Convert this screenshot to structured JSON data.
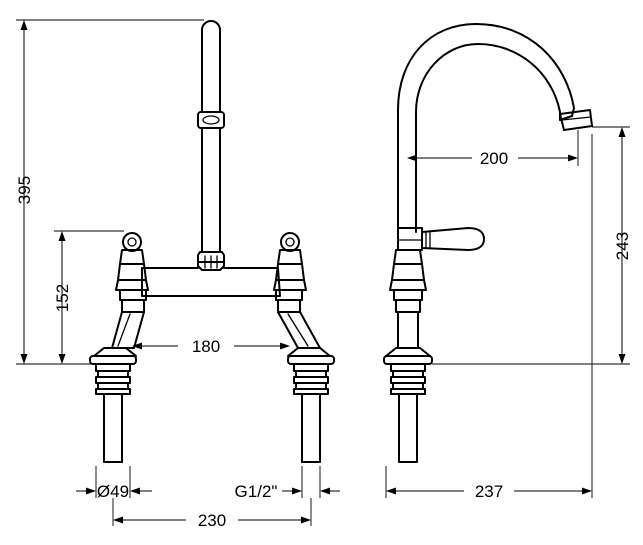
{
  "dimensions": {
    "overall_height": "395",
    "handle_height": "152",
    "spout_reach": "200",
    "spout_height": "243",
    "center_inner": "180",
    "diameter": "Ø49",
    "thread": "G1/2\"",
    "center_outer": "230",
    "depth": "237"
  }
}
